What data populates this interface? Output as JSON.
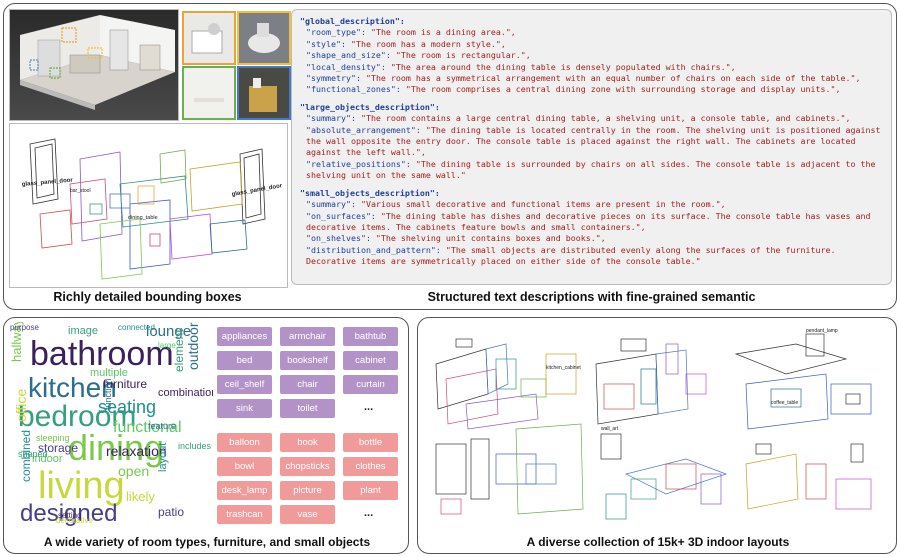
{
  "top_panel": {
    "caption_left": "Richly detailed bounding boxes",
    "caption_right": "Structured text descriptions with fine-grained semantic",
    "box_labels": [
      "glass_panel_door",
      "bar_stool",
      "dining_table",
      "glass_panel_door"
    ],
    "thumb_colors": [
      "#e8a33b",
      "#f0c040",
      "#6ab04c",
      "#4a78c8"
    ],
    "description": {
      "global_key": "\"global_description\":",
      "global": [
        {
          "key": "\"room_type\":",
          "value": " \"The room is a dining area.\","
        },
        {
          "key": "\"style\":",
          "value": " \"The room has a modern style.\","
        },
        {
          "key": "\"shape_and_size\":",
          "value": " \"The room is rectangular.\","
        },
        {
          "key": "\"local_density\":",
          "value": " \"The area around the dining table is densely populated with chairs.\","
        },
        {
          "key": "\"symmetry\":",
          "value": " \"The room has a symmetrical arrangement with an equal number of chairs on each side of the table.\","
        },
        {
          "key": "\"functional_zones\":",
          "value": " \"The room comprises a central dining zone with surrounding storage and display units.\","
        }
      ],
      "large_key": "\"large_objects_description\":",
      "large": [
        {
          "key": "\"summary\":",
          "value": " \"The room contains a large central dining table, a shelving unit, a console table, and cabinets.\","
        },
        {
          "key": "\"absolute_arrangement\":",
          "value": " \"The dining table is located centrally in the room. The shelving unit is positioned against the wall opposite the entry door. The console table is placed against the right wall. The cabinets are located against the left wall.\","
        },
        {
          "key": "\"relative_positions\":",
          "value": " \"The dining table is surrounded by chairs on all sides. The console table is adjacent to the shelving unit on the same wall.\""
        }
      ],
      "small_key": "\"small_objects_description\":",
      "small": [
        {
          "key": "\"summary\":",
          "value": " \"Various small decorative and functional items are present in the room.\","
        },
        {
          "key": "\"on_surfaces\":",
          "value": " \"The dining table has dishes and decorative pieces on its surface. The console table has vases and decorative items. The cabinets feature bowls and small containers.\","
        },
        {
          "key": "\"on_shelves\":",
          "value": " \"The shelving unit contains boxes and books.\","
        },
        {
          "key": "\"distribution_and_pattern\":",
          "value": " \"The small objects are distributed evenly along the surfaces of the furniture. Decorative items are symmetrically placed on either side of the console table.\""
        }
      ]
    }
  },
  "bottom_left": {
    "caption": "A wide variety of room types, furniture, and small objects",
    "furniture_tags": [
      "appliances",
      "armchair",
      "bathtub",
      "bed",
      "bookshelf",
      "cabinet",
      "ceil_shelf",
      "chair",
      "curtain",
      "sink",
      "toilet"
    ],
    "object_tags": [
      "balloon",
      "book",
      "bottle",
      "bowl",
      "chopsticks",
      "clothes",
      "desk_lamp",
      "picture",
      "plant",
      "trashcan",
      "vase"
    ],
    "ellipsis": "...",
    "word_cloud": [
      "bathroom",
      "kitchen",
      "bedroom",
      "dining",
      "living",
      "designed",
      "seating",
      "functional",
      "relaxation",
      "lounge",
      "image",
      "hallway",
      "office",
      "storage",
      "combined",
      "indoor",
      "furniture",
      "outdoor",
      "element",
      "open",
      "likely",
      "patio",
      "layout",
      "multiple",
      "combination",
      "function",
      "shaped",
      "sleeping",
      "decorative",
      "purpose",
      "connected",
      "large",
      "setting",
      "feature",
      "includes"
    ],
    "cloud_colors": [
      "#3b1f5e",
      "#2b6f8e",
      "#35a07a",
      "#7ac94a",
      "#c8d83a",
      "#463f86",
      "#21908d",
      "#5ec962"
    ]
  },
  "bottom_right": {
    "caption": "A diverse collection of 15k+ 3D indoor layouts",
    "layout_labels": [
      "pendant_lamp",
      "coffee_table",
      "wall_art",
      "kitchen_cabinet"
    ]
  }
}
